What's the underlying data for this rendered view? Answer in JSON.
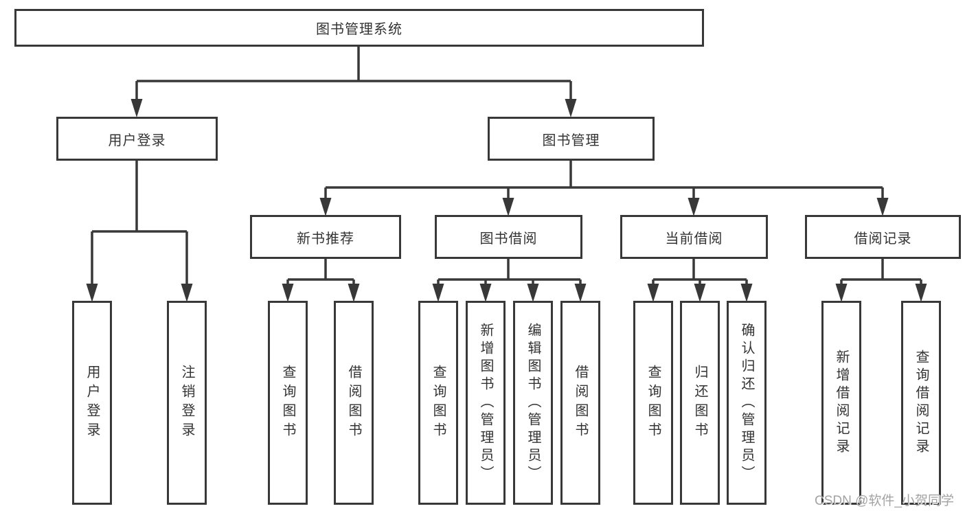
{
  "diagram_title": "图书管理系统",
  "nodes": {
    "root": {
      "label": "图书管理系统"
    },
    "user_login": {
      "label": "用户登录"
    },
    "book_mgmt": {
      "label": "图书管理"
    },
    "new_book_rec": {
      "label": "新书推荐"
    },
    "book_borrow": {
      "label": "图书借阅"
    },
    "current_borrow": {
      "label": "当前借阅"
    },
    "borrow_records": {
      "label": "借阅记录"
    },
    "leaf_user_login": {
      "label": "用户登录"
    },
    "leaf_logout": {
      "label": "注销登录"
    },
    "leaf_rec_query": {
      "label": "查询图书"
    },
    "leaf_rec_borrow": {
      "label": "借阅图书"
    },
    "leaf_bb_query": {
      "label": "查询图书"
    },
    "leaf_bb_add": {
      "label": "新增图书（管理员）"
    },
    "leaf_bb_edit": {
      "label": "编辑图书（管理员）"
    },
    "leaf_bb_borrow": {
      "label": "借阅图书"
    },
    "leaf_cb_query": {
      "label": "查询图书"
    },
    "leaf_cb_return": {
      "label": "归还图书"
    },
    "leaf_cb_confirm": {
      "label": "确认归还（管理员）"
    },
    "leaf_br_add": {
      "label": "新增借阅记录"
    },
    "leaf_br_query": {
      "label": "查询借阅记录"
    }
  },
  "hierarchy": {
    "图书管理系统": {
      "用户登录": [
        "用户登录",
        "注销登录"
      ],
      "图书管理": {
        "新书推荐": [
          "查询图书",
          "借阅图书"
        ],
        "图书借阅": [
          "查询图书",
          "新增图书（管理员）",
          "编辑图书（管理员）",
          "借阅图书"
        ],
        "当前借阅": [
          "查询图书",
          "归还图书",
          "确认归还（管理员）"
        ],
        "借阅记录": [
          "新增借阅记录",
          "查询借阅记录"
        ]
      }
    }
  },
  "watermark": {
    "text": "CSDN @软件_小贺同学"
  },
  "colors": {
    "line": "#383838",
    "box_border": "#383838",
    "text": "#333333",
    "watermark": "#a3a3a3",
    "background": "#ffffff"
  }
}
